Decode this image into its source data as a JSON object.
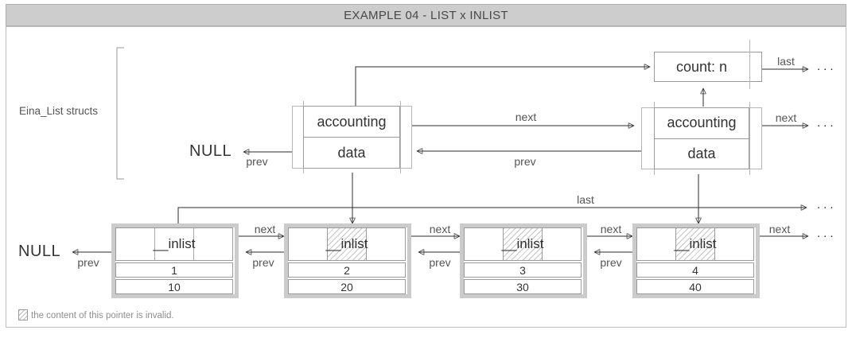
{
  "title": "EXAMPLE 04 - LIST x INLIST",
  "bracket_label": "Eina_List structs",
  "null_label": "NULL",
  "pointer_labels": {
    "next": "next",
    "prev": "prev",
    "last": "last"
  },
  "ellipsis": "...",
  "eina_list_nodes": [
    {
      "field_top": "accounting",
      "field_bottom": "data"
    },
    {
      "field_top": "accounting",
      "field_bottom": "data"
    }
  ],
  "count_box": {
    "label": "count: n"
  },
  "inlist_nodes": [
    {
      "header": "__inlist",
      "value": "1",
      "data": "10",
      "invalid_pointer": false
    },
    {
      "header": "__inlist",
      "value": "2",
      "data": "20",
      "invalid_pointer": true
    },
    {
      "header": "__inlist",
      "value": "3",
      "data": "30",
      "invalid_pointer": true
    },
    {
      "header": "__inlist",
      "value": "4",
      "data": "40",
      "invalid_pointer": true
    }
  ],
  "legend": {
    "text": "the content of this pointer is invalid."
  }
}
